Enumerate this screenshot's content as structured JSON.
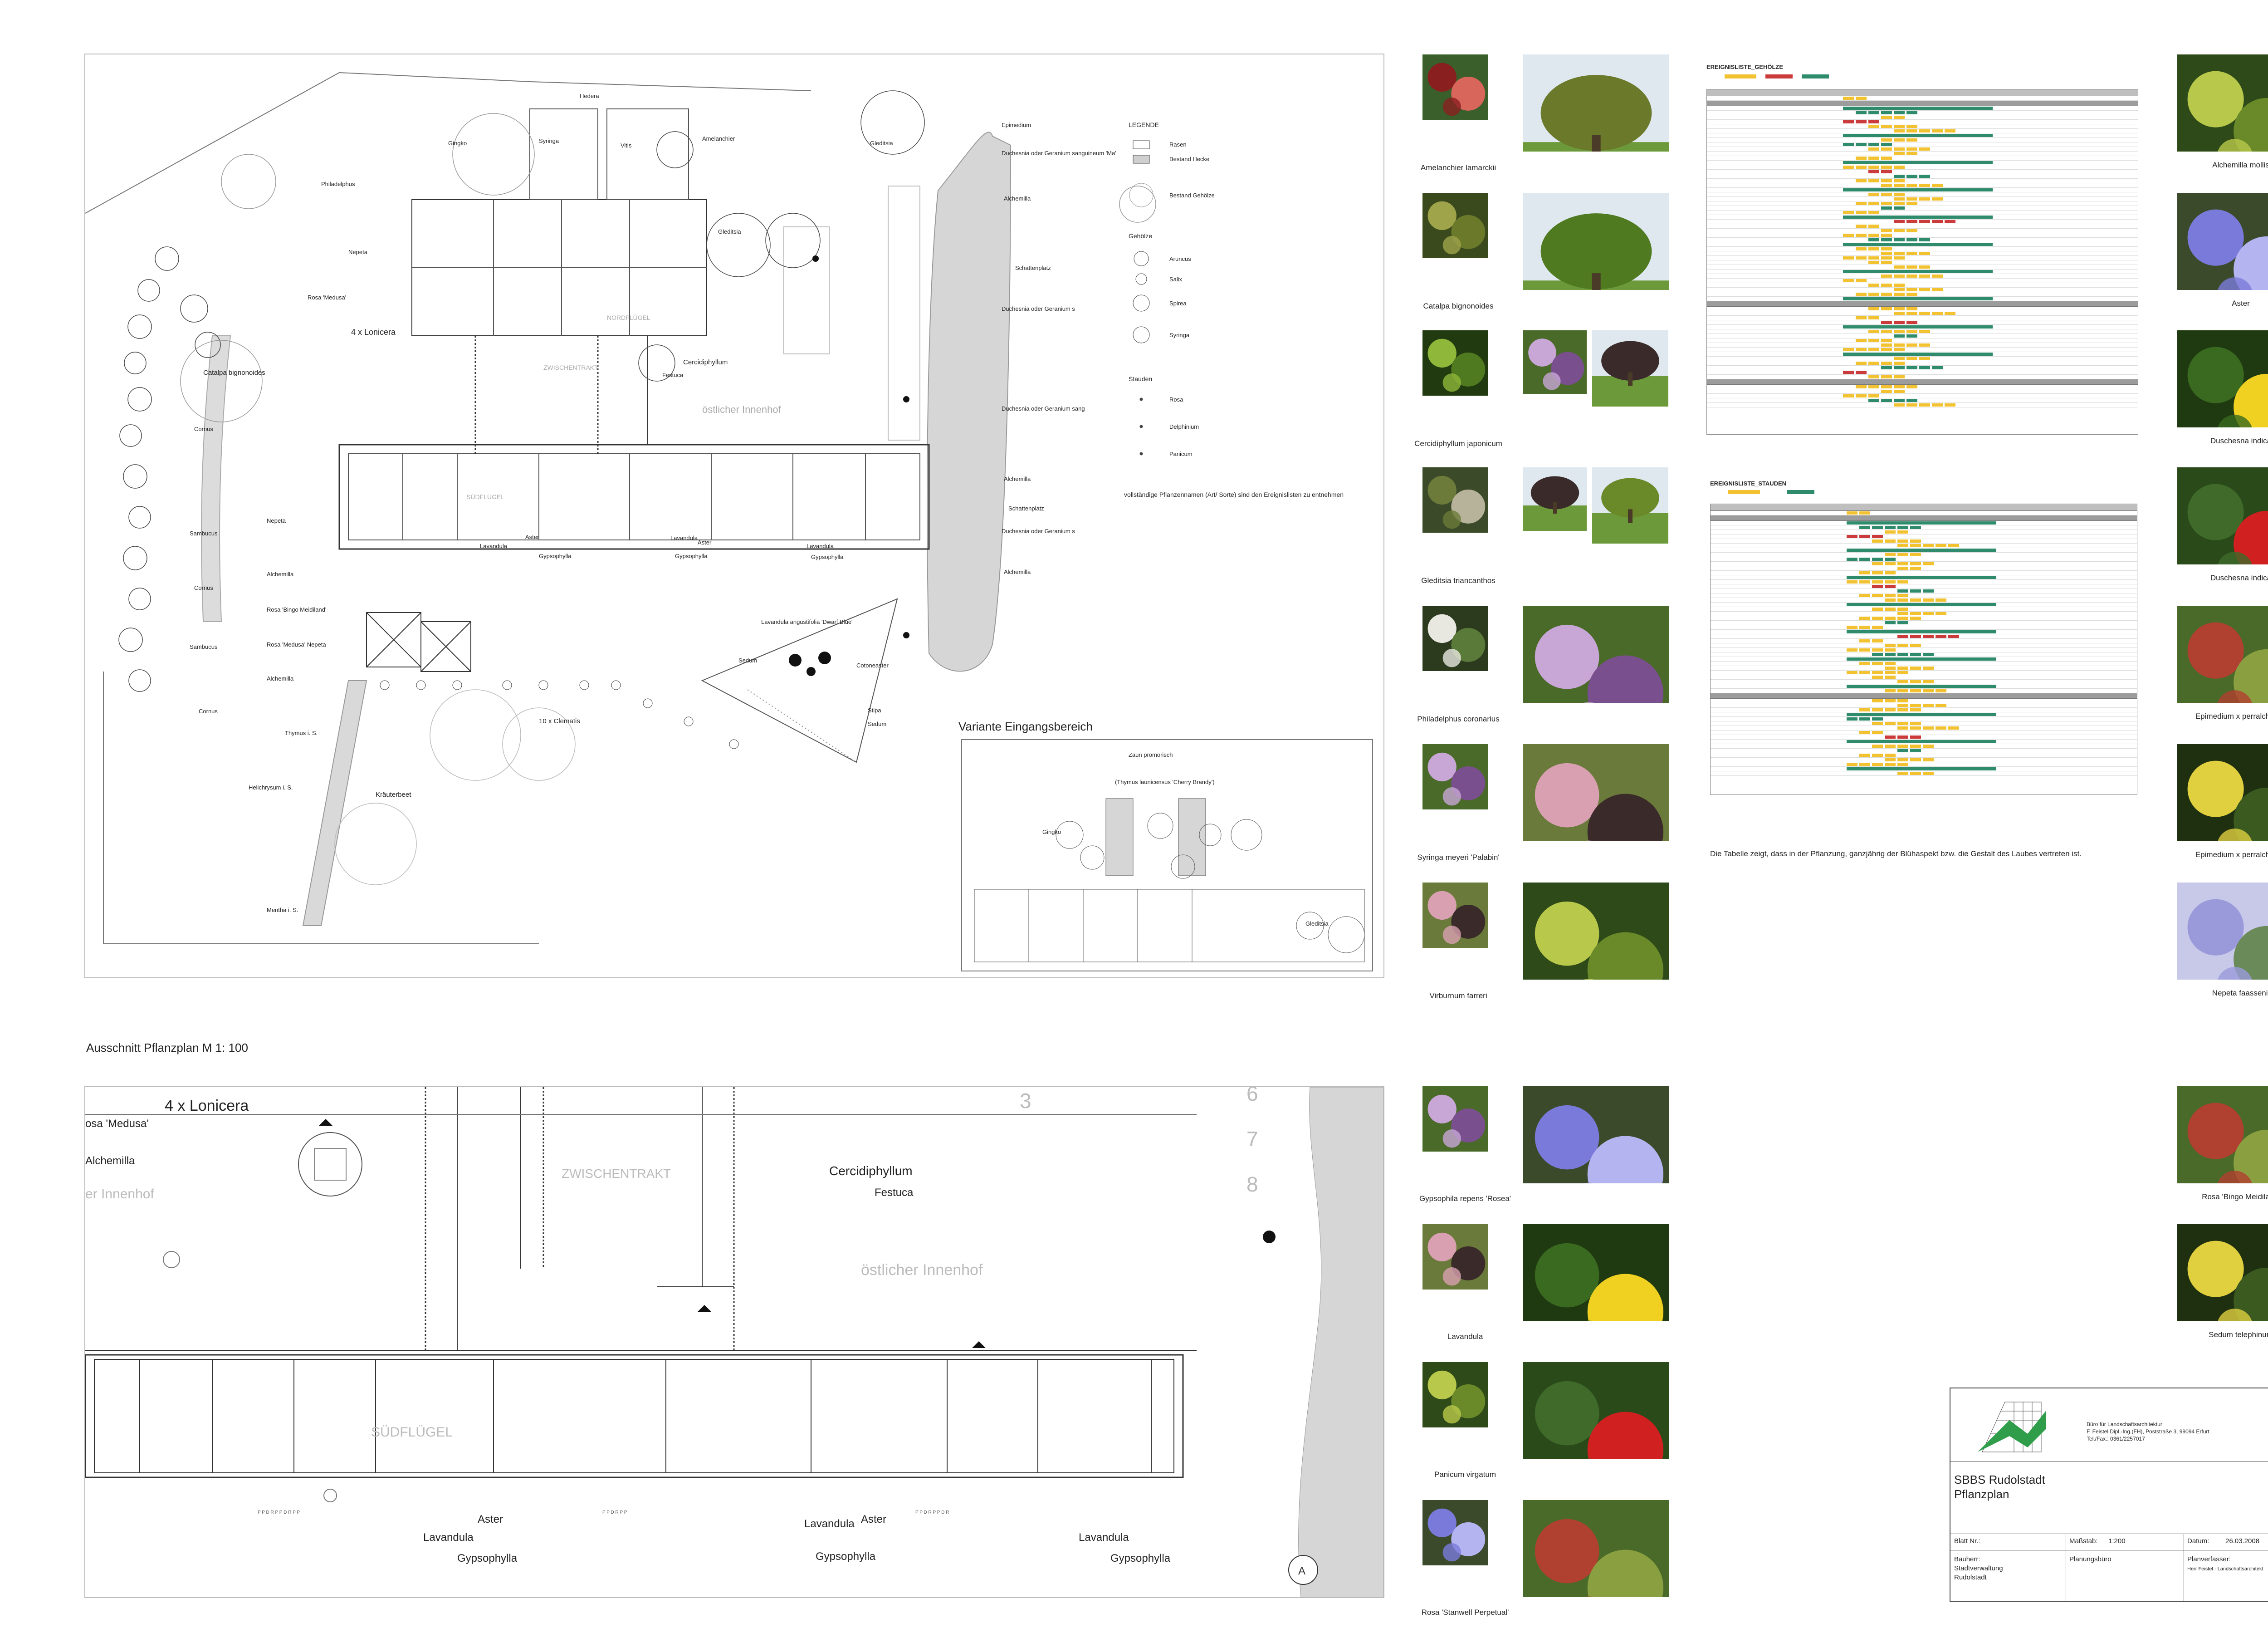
{
  "plan_top": {
    "labels": {
      "hedera": "Hedera",
      "gingko": "Gingko",
      "philadelphus": "Philadelphus",
      "syringa_n": "Syringa",
      "amelanchier": "Amelanchier",
      "vitis": "Vitis",
      "epimedium": "Epimedium",
      "geranium_top": "Duchesnia oder Geranium sanguineum 'Ma'",
      "gleditsia": "Gleditsia",
      "alchemilla": "Alchemilla",
      "schattenplatz": "Schattenplatz",
      "duchesnia_b": "Duchesnia oder Geranium s",
      "duchesnia_c": "Duchesnia oder Geranium sang",
      "nepeta": "Nepeta",
      "rosa_medusa": "Rosa 'Medusa'",
      "lonicera": "4 x Lonicera",
      "catalpa": "Catalpa bignonoides",
      "cercidiphyllum": "Cercidiphyllum",
      "festuca": "Festuca",
      "oestlicher_innenhof": "östlicher Innenhof",
      "nordfluegel": "NORDFLÜGEL",
      "zwischentrakt": "ZWISCHENTRAKT",
      "suedfluegel": "SÜDFLÜGEL",
      "cornus": "Cornus",
      "sambucus": "Sambucus",
      "aster": "Aster",
      "lavandula": "Lavandula",
      "gypsophylla": "Gypsophylla",
      "rosa_bingo": "Rosa 'Bingo Meidiland'",
      "rosa_medusa_nepeta": "Rosa 'Medusa' Nepeta",
      "lavandula_dwarf": "Lavandula angustifolia 'Dwarf Blue'",
      "sedum": "Sedum",
      "cotoneaster": "Cotoneaster",
      "stipa": "Stipa",
      "clematis": "10 x Clematis",
      "kraeuterbeet": "Kräuterbeet",
      "thymus": "Thymus i. S.",
      "helichrysum": "Helichrysum i. S.",
      "mentha": "Mentha i. S.",
      "variante": "Variante Eingangsbereich",
      "zaun": "Zaun promorisch",
      "thymus_cherry": "(Thymus launicensus 'Cherry Brandy')"
    },
    "legend": {
      "title": "LEGENDE",
      "rasen": "Rasen",
      "hecke": "Bestand Hecke",
      "gehoelze_bestand": "Bestand Gehölze",
      "gehoelze": "Gehölze",
      "aruncus": "Aruncus",
      "salix": "Salix",
      "spirea": "Spirea",
      "syringa": "Syringa",
      "stauden": "Stauden",
      "rosa": "Rosa",
      "delphinium": "Delphinium",
      "panicum": "Panicum",
      "note": "vollständige Pflanzennamen (Art/ Sorte) sind den Ereignislisten zu entnehmen"
    }
  },
  "plan_bottom": {
    "title": "Ausschnitt Pflanzplan M 1: 100",
    "labels": {
      "lonicera": "4 x Lonicera",
      "rosa_medusa": "osa 'Medusa'",
      "alchemilla": "Alchemilla",
      "innenhof_left": "er Innenhof",
      "zwischentrakt": "ZWISCHENTRAKT",
      "cercidiphyllum": "Cercidiphyllum",
      "festuca": "Festuca",
      "oestlicher_innenhof": "östlicher Innenhof",
      "suedfluegel": "SÜDFLÜGEL",
      "aster": "Aster",
      "lavandula": "Lavandula",
      "gypsophylla": "Gypsophylla",
      "num3": "3",
      "num6": "6",
      "num7": "7",
      "num8": "8"
    }
  },
  "photos_left_top": [
    {
      "caption": "Amelanchier lamarckii"
    },
    {
      "caption": "Catalpa bignonoides"
    },
    {
      "caption": "Cercidiphyllum japonicum"
    },
    {
      "caption": "Gleditsia triancanthos"
    },
    {
      "caption": "Philadelphus coronarius"
    },
    {
      "caption": "Syringa meyeri 'Palabin'"
    },
    {
      "caption": "Virburnum farreri"
    }
  ],
  "photos_right_top": [
    {
      "caption": "Alchemilla mollis"
    },
    {
      "caption": "Aster"
    },
    {
      "caption": "Duschesna indica"
    },
    {
      "caption": "Duschesna indica"
    },
    {
      "caption": "Epimedium x perralchicum"
    },
    {
      "caption": "Epimedium x perralchicum"
    },
    {
      "caption": "Nepeta faassenii"
    }
  ],
  "photos_left_bottom": [
    {
      "caption": "Gypsophila repens 'Rosea'"
    },
    {
      "caption": "Lavandula"
    },
    {
      "caption": "Panicum virgatum"
    },
    {
      "caption": "Rosa 'Stanwell Perpetual'"
    }
  ],
  "photos_right_bottom": [
    {
      "caption": "Rosa 'Bingo Meidiland'"
    },
    {
      "caption": "Sedum telephinum"
    }
  ],
  "tables": {
    "gehoelze_title": "EREIGNISLISTE_GEHÖLZE",
    "stauden_title": "EREIGNISLISTE_STAUDEN",
    "note": "Die Tabelle zeigt, dass in der Pflanzung, ganzjährig der Blühaspekt bzw. die Gestalt des Laubes vertreten ist."
  },
  "stamp": {
    "office_line1": "Büro für Landschaftsarchitektur",
    "office_line2": "F. Feistel Dipl.-Ing.(FH), Poststraße 3, 99094 Erfurt",
    "office_line3": "Tel./Fax.: 0361/2257017",
    "project_line1": "SBBS Rudolstadt",
    "project_line2": "Pflanzplan",
    "blatt_label": "Blatt Nr.:",
    "massstab_label": "Maßstab:",
    "massstab_value": "1:200",
    "datum_label": "Datum:",
    "datum_value": "26.03.2008",
    "bauherr_label": "Bauherr:",
    "bauherr_value1": "Stadtverwaltung",
    "bauherr_value2": "Rudolstadt",
    "planungsbuero_label": "Planungsbüro",
    "planverfasser_label": "Planverfasser:",
    "planverfasser_value": "Herr Feistel · Landschaftsarchitekt"
  },
  "colors": {
    "bloom": "#f2c230",
    "foliage": "#2e8b6b",
    "fruit": "#cc3b3b",
    "hedge": "#cfcfcf",
    "logo_green": "#2f9d4a"
  }
}
